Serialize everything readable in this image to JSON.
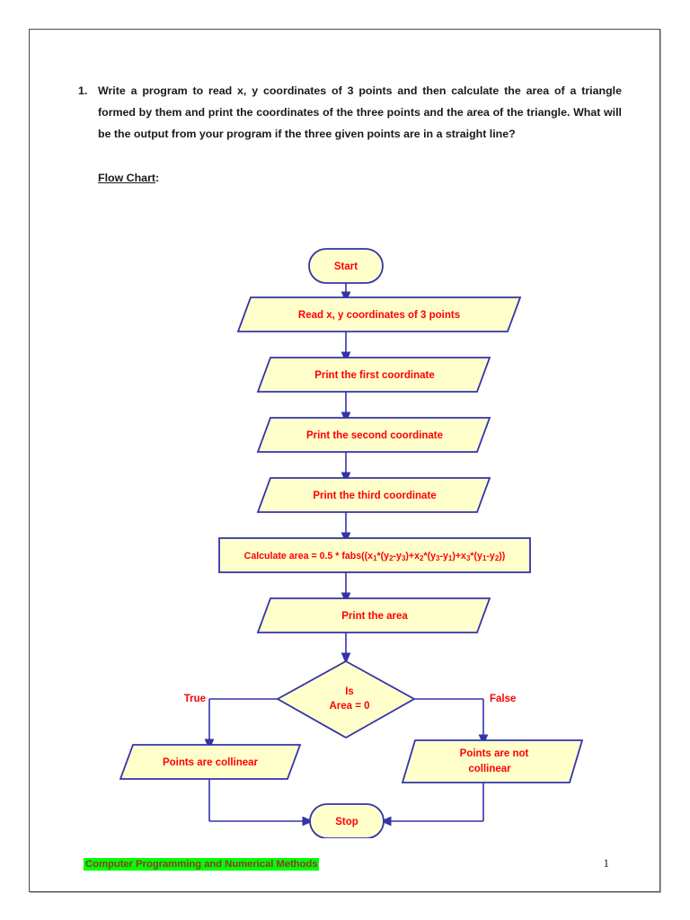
{
  "document": {
    "question_number": "1.",
    "question_text": "Write a program to read x, y coordinates of 3 points and then calculate the area of a triangle formed by them and print the coordinates of the three points and the area of the triangle. What will be the output from your program if the three given points are in a straight line?",
    "section_label": "Flow Chart",
    "section_label_suffix": ":"
  },
  "flowchart": {
    "colors": {
      "node_fill": "#FFFFCC",
      "node_border": "#3333AA",
      "connector": "#3333AA",
      "text": "#FF0000"
    },
    "nodes": {
      "start": {
        "label": "Start",
        "shape": "terminator"
      },
      "read": {
        "label": "Read x, y coordinates of 3 points",
        "shape": "parallelogram"
      },
      "print_first": {
        "label": "Print the first coordinate",
        "shape": "parallelogram"
      },
      "print_second": {
        "label": "Print the second coordinate",
        "shape": "parallelogram"
      },
      "print_third": {
        "label": "Print the third coordinate",
        "shape": "parallelogram"
      },
      "calculate": {
        "label": "Calculate area = 0.5 * fabs((x1*(y2-y3)+x2*(y3-y1)+x3*(y1-y2))",
        "shape": "process",
        "parts": {
          "p1": "Calculate area = 0.5 * fabs((x",
          "s1": "1",
          "p2": "*(y",
          "s2": "2",
          "p3": "-y",
          "s3": "3",
          "p4": ")+x",
          "s4": "2",
          "p5": "*(y",
          "s5": "3",
          "p6": "-y",
          "s6": "1",
          "p7": ")+x",
          "s7": "3",
          "p8": "*(y",
          "s8": "1",
          "p9": "-y",
          "s9": "2",
          "p10": "))"
        }
      },
      "print_area": {
        "label": "Print the area",
        "shape": "parallelogram"
      },
      "decision": {
        "line1": "Is",
        "line2": "Area = 0",
        "shape": "diamond"
      },
      "collinear": {
        "label": "Points are collinear",
        "shape": "parallelogram"
      },
      "not_collinear": {
        "line1": "Points are not",
        "line2": "collinear",
        "shape": "parallelogram"
      },
      "stop": {
        "label": "Stop",
        "shape": "terminator"
      }
    },
    "branch_labels": {
      "true": "True",
      "false": "False"
    }
  },
  "footer": {
    "title": "Computer Programming and Numerical Methods",
    "page_number": "1"
  }
}
